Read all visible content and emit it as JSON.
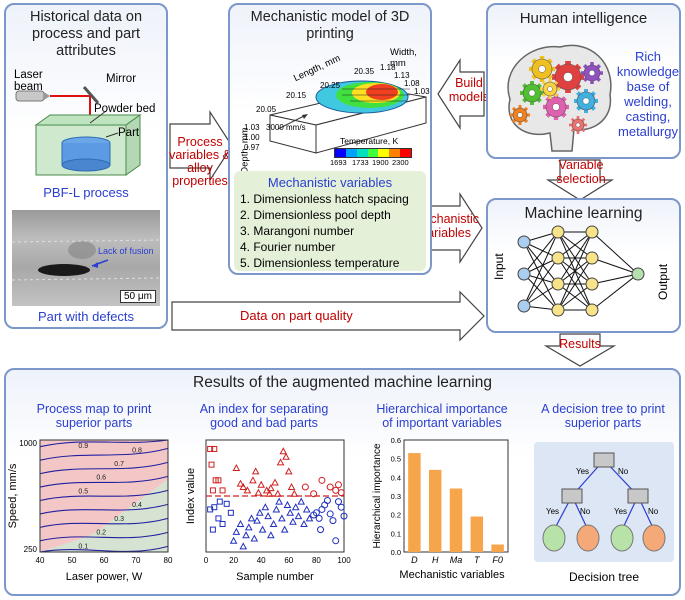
{
  "historical": {
    "title": "Historical data on process and part attributes",
    "laser_beam": "Laser beam",
    "mirror": "Mirror",
    "powder_bed": "Powder bed",
    "part": "Part",
    "process": "PBF-L process",
    "lack_of_fusion": "Lack of fusion",
    "scale": "50 μm",
    "defects_caption": "Part with defects"
  },
  "arrows": {
    "process_vars": "Process variables & alloy properties",
    "build_models": "Build models",
    "variable_selection": "Variable selection",
    "mechanistic_vars": "Mechanistic variables",
    "part_quality": "Data on part quality",
    "results": "Results"
  },
  "mechanistic": {
    "title": "Mechanistic model of 3D printing",
    "length_label": "Length, mm",
    "width_label": "Width, mm",
    "depth_label": "Depth, mm",
    "length_ticks": [
      "20.05",
      "20.15",
      "20.25",
      "20.35"
    ],
    "width_ticks": [
      "1.18",
      "1.13",
      "1.08",
      "1.03"
    ],
    "depth_ticks": [
      "1.03",
      "1.00",
      "0.97"
    ],
    "speed": "3000 mm/s",
    "temp_label": "Temperature, K",
    "temp_ticks": [
      "1693",
      "1733",
      "1900",
      "2300"
    ],
    "temp_colors": [
      "#0000ff",
      "#00a0ff",
      "#00e0c0",
      "#40ff40",
      "#ffff00",
      "#ff8000",
      "#ff0000"
    ],
    "vars_title": "Mechanistic variables",
    "vars": [
      "1. Dimensionless hatch spacing",
      "2. Dimensionless pool depth",
      "3. Marangoni number",
      "4. Fourier number",
      "5. Dimensionless temperature"
    ]
  },
  "human": {
    "title": "Human intelligence",
    "knowledge": [
      "Rich",
      "knowledge",
      "base of",
      "welding,",
      "casting,",
      "metallurgy"
    ],
    "gear_colors": [
      "#e04040",
      "#f0c020",
      "#50c030",
      "#e060b0",
      "#40b0e0",
      "#f08020",
      "#9050c0",
      "#f07070",
      "#f8d040"
    ]
  },
  "ml": {
    "title": "Machine learning",
    "input": "Input",
    "output": "Output"
  },
  "results": {
    "title": "Results of the augmented machine learning",
    "panels": [
      {
        "title": "Process map to print superior parts"
      },
      {
        "title": "An index for separating good and bad parts"
      },
      {
        "title": "Hierarchical importance of important variables"
      },
      {
        "title": "A decision tree to print superior parts"
      }
    ],
    "tree_yes": "Yes",
    "tree_no": "No",
    "tree_caption": "Decision tree"
  },
  "chart_data": [
    {
      "type": "contour",
      "xlabel": "Laser power, W",
      "ylabel": "Speed, mm/s",
      "xlim": [
        40,
        80
      ],
      "ylim": [
        250,
        1000
      ],
      "x_ticks": [
        "40",
        "50",
        "60",
        "70",
        "80"
      ],
      "y_ticks": [
        "250",
        "1000"
      ],
      "contour_levels": [
        "0.1",
        "0.2",
        "0.3",
        "0.4",
        "0.5",
        "0.6",
        "0.7",
        "0.8",
        "0.9"
      ],
      "region_colors": [
        "#f4c7c7",
        "#d7e3d2"
      ]
    },
    {
      "type": "scatter",
      "xlabel": "Sample number",
      "ylabel": "Index value",
      "xlim": [
        0,
        100
      ],
      "ylim": [
        0,
        1
      ],
      "x_ticks": [
        "0",
        "20",
        "40",
        "60",
        "80",
        "100"
      ],
      "threshold": 0.5,
      "series": [
        {
          "marker": "square",
          "color": "#d02020",
          "points": [
            [
              3,
              0.92
            ],
            [
              6,
              0.92
            ],
            [
              4,
              0.78
            ],
            [
              7,
              0.64
            ],
            [
              9,
              0.64
            ],
            [
              12,
              0.55
            ],
            [
              5,
              0.55
            ]
          ]
        },
        {
          "marker": "triangle",
          "color": "#d02020",
          "points": [
            [
              22,
              0.75
            ],
            [
              25,
              0.61
            ],
            [
              27,
              0.58
            ],
            [
              30,
              0.55
            ],
            [
              34,
              0.64
            ],
            [
              36,
              0.72
            ],
            [
              40,
              0.6
            ],
            [
              44,
              0.55
            ],
            [
              47,
              0.57
            ],
            [
              50,
              0.62
            ],
            [
              52,
              0.52
            ],
            [
              54,
              0.8
            ],
            [
              56,
              0.9
            ],
            [
              58,
              0.85
            ],
            [
              60,
              0.72
            ],
            [
              62,
              0.58
            ],
            [
              64,
              0.52
            ],
            [
              46,
              0.52
            ],
            [
              38,
              0.53
            ]
          ]
        },
        {
          "marker": "circle",
          "color": "#d02020",
          "points": [
            [
              72,
              0.58
            ],
            [
              78,
              0.52
            ],
            [
              84,
              0.64
            ],
            [
              90,
              0.58
            ],
            [
              94,
              0.55
            ],
            [
              96,
              0.6
            ],
            [
              98,
              0.53
            ]
          ]
        },
        {
          "marker": "square",
          "color": "#2030c0",
          "points": [
            [
              3,
              0.38
            ],
            [
              6,
              0.4
            ],
            [
              9,
              0.3
            ],
            [
              12,
              0.25
            ],
            [
              15,
              0.43
            ],
            [
              5,
              0.2
            ],
            [
              10,
              0.45
            ],
            [
              18,
              0.35
            ]
          ]
        },
        {
          "marker": "triangle",
          "color": "#2030c0",
          "points": [
            [
              20,
              0.1
            ],
            [
              22,
              0.18
            ],
            [
              25,
              0.25
            ],
            [
              27,
              0.05
            ],
            [
              29,
              0.15
            ],
            [
              31,
              0.22
            ],
            [
              33,
              0.3
            ],
            [
              35,
              0.12
            ],
            [
              37,
              0.28
            ],
            [
              39,
              0.35
            ],
            [
              41,
              0.2
            ],
            [
              43,
              0.4
            ],
            [
              45,
              0.32
            ],
            [
              47,
              0.15
            ],
            [
              49,
              0.25
            ],
            [
              51,
              0.38
            ],
            [
              53,
              0.45
            ],
            [
              55,
              0.3
            ],
            [
              57,
              0.2
            ],
            [
              59,
              0.42
            ],
            [
              61,
              0.35
            ],
            [
              63,
              0.27
            ],
            [
              65,
              0.4
            ],
            [
              67,
              0.32
            ],
            [
              69,
              0.45
            ],
            [
              71,
              0.25
            ],
            [
              73,
              0.38
            ],
            [
              75,
              0.3
            ]
          ]
        },
        {
          "marker": "circle",
          "color": "#2030c0",
          "points": [
            [
              78,
              0.33
            ],
            [
              80,
              0.35
            ],
            [
              82,
              0.3
            ],
            [
              84,
              0.38
            ],
            [
              86,
              0.42
            ],
            [
              88,
              0.46
            ],
            [
              90,
              0.34
            ],
            [
              92,
              0.28
            ],
            [
              94,
              0.1
            ],
            [
              96,
              0.45
            ],
            [
              98,
              0.4
            ],
            [
              100,
              0.32
            ],
            [
              83,
              0.2
            ]
          ]
        }
      ]
    },
    {
      "type": "bar",
      "xlabel": "Mechanistic variables",
      "ylabel": "Hierarchical importance",
      "ylim": [
        0,
        0.6
      ],
      "y_ticks": [
        "0.0",
        "0.1",
        "0.2",
        "0.3",
        "0.4",
        "0.5",
        "0.6"
      ],
      "categories": [
        "D",
        "H",
        "Ma",
        "T",
        "F0"
      ],
      "values": [
        0.53,
        0.44,
        0.34,
        0.19,
        0.04
      ],
      "color": "#f7a54a"
    }
  ]
}
